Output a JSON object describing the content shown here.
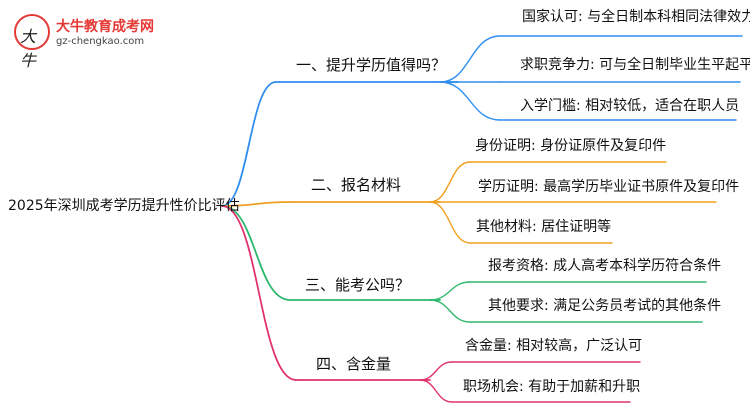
{
  "logo": {
    "badge_text": "大牛",
    "name": "大牛教育成考网",
    "url": "gz-chengkao.com"
  },
  "root": "2025年深圳成考学历提升性价比评估",
  "branches": [
    {
      "label": "一、提升学历值得吗？",
      "color": "#2f8ef0",
      "leaves": [
        "国家认可: 与全日制本科相同法律效力",
        "求职竞争力: 可与全日制毕业生平起平坐",
        "入学门槛: 相对较低，适合在职人员"
      ]
    },
    {
      "label": "二、报名材料",
      "color": "#f0a020",
      "leaves": [
        "身份证明: 身份证原件及复印件",
        "学历证明: 最高学历毕业证书原件及复印件",
        "其他材料: 居住证明等"
      ]
    },
    {
      "label": "三、能考公吗？",
      "color": "#2fb86e",
      "leaves": [
        "报考资格: 成人高考本科学历符合条件",
        "其他要求: 满足公务员考试的其他条件"
      ]
    },
    {
      "label": "四、含金量",
      "color": "#e0336e",
      "leaves": [
        "含金量: 相对较高，广泛认可",
        "职场机会: 有助于加薪和升职"
      ]
    }
  ]
}
